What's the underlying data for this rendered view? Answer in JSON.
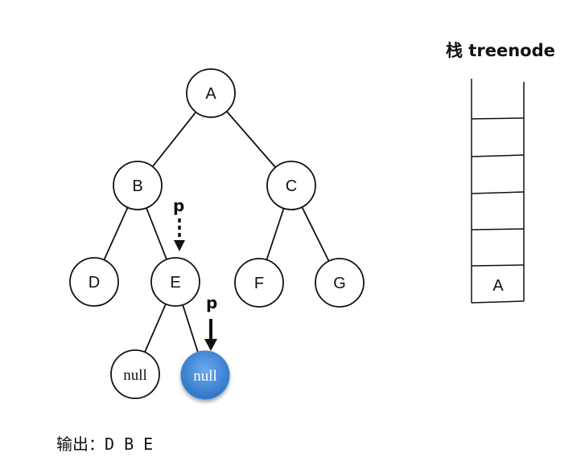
{
  "tree": {
    "nodes": [
      {
        "id": "A",
        "label": "A"
      },
      {
        "id": "B",
        "label": "B"
      },
      {
        "id": "C",
        "label": "C"
      },
      {
        "id": "D",
        "label": "D"
      },
      {
        "id": "E",
        "label": "E"
      },
      {
        "id": "F",
        "label": "F"
      },
      {
        "id": "G",
        "label": "G"
      },
      {
        "id": "null1",
        "label": "null"
      },
      {
        "id": "null2",
        "label": "null",
        "highlighted": true
      }
    ],
    "edges": [
      [
        "A",
        "B"
      ],
      [
        "A",
        "C"
      ],
      [
        "B",
        "D"
      ],
      [
        "B",
        "E"
      ],
      [
        "C",
        "F"
      ],
      [
        "C",
        "G"
      ],
      [
        "E",
        "null1"
      ],
      [
        "E",
        "null2"
      ]
    ],
    "highlight_color": "#3e86d4"
  },
  "pointers": [
    {
      "label": "p",
      "style": "dashed",
      "target": "E"
    },
    {
      "label": "p",
      "style": "solid",
      "target": "null2"
    }
  ],
  "stack": {
    "title": "栈 treenode",
    "items": [
      "A"
    ]
  },
  "output": {
    "text": "输出：D B E"
  }
}
